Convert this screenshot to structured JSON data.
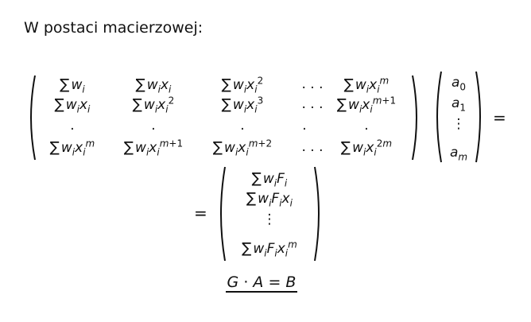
{
  "intro": "W postaci macierzowej:",
  "matrix_G": [
    [
      "∑ w_i",
      "∑ w_i x_i",
      "∑ w_i x_i^2",
      "...",
      "∑ w_i x_i^m"
    ],
    [
      "∑ w_i x_i",
      "∑ w_i x_i^2",
      "∑ w_i x_i^3",
      "...",
      "∑ w_i x_i^(m+1)"
    ],
    [
      ".",
      ".",
      ".",
      ".",
      "."
    ],
    [
      "∑ w_i x_i^m",
      "∑ w_i x_i^(m+1)",
      "∑ w_i x_i^(m+2)",
      "...",
      "∑ w_i x_i^(2m)"
    ]
  ],
  "vector_A": [
    "a_0",
    "a_1",
    "⋮",
    "a_m"
  ],
  "vector_B": [
    "∑ w_i F_i",
    "∑ w_i F_i x_i",
    "⋮",
    "∑ w_i F_i x_i^m"
  ],
  "equals": "=",
  "summary": "G · A = B"
}
